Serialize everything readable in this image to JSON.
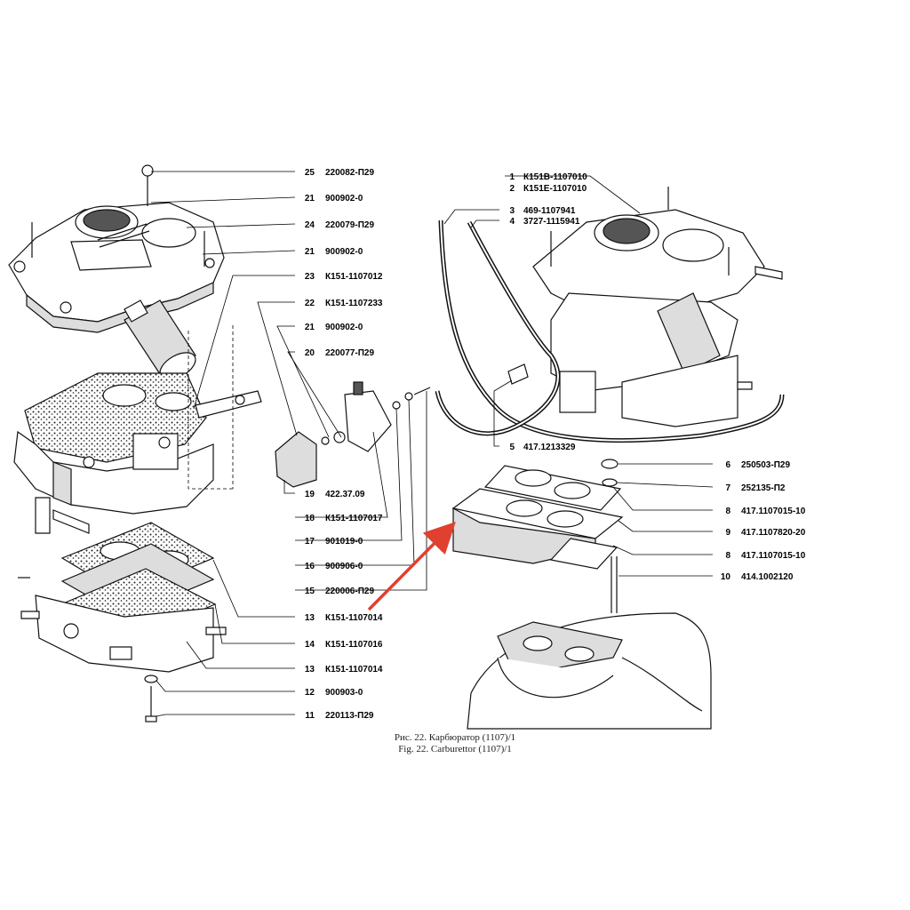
{
  "caption": {
    "ru": "Рис. 22. Карбюратор (1107)/1",
    "en": "Fig. 22. Carburettor (1107)/1"
  },
  "callouts_left": [
    {
      "num": "25",
      "part": "220082-П29"
    },
    {
      "num": "21",
      "part": "900902-0"
    },
    {
      "num": "24",
      "part": "220079-П29"
    },
    {
      "num": "21",
      "part": "900902-0"
    },
    {
      "num": "23",
      "part": "К151-1107012"
    },
    {
      "num": "22",
      "part": "К151-1107233"
    },
    {
      "num": "21",
      "part": "900902-0"
    },
    {
      "num": "20",
      "part": "220077-П29"
    },
    {
      "num": "19",
      "part": "422.37.09"
    },
    {
      "num": "18",
      "part": "К151-1107017"
    },
    {
      "num": "17",
      "part": "901019-0"
    },
    {
      "num": "16",
      "part": "900906-0"
    },
    {
      "num": "15",
      "part": "220006-П29"
    },
    {
      "num": "13",
      "part": "К151-1107014"
    },
    {
      "num": "14",
      "part": "К151-1107016"
    },
    {
      "num": "13",
      "part": "К151-1107014"
    },
    {
      "num": "12",
      "part": "900903-0"
    },
    {
      "num": "11",
      "part": "220113-П29"
    }
  ],
  "callouts_right": [
    {
      "num": "1",
      "part": "К151В-1107010"
    },
    {
      "num": "2",
      "part": "К151Е-1107010"
    },
    {
      "num": "3",
      "part": "469-1107941"
    },
    {
      "num": "4",
      "part": "3727-1115941"
    },
    {
      "num": "5",
      "part": "417.1213329"
    },
    {
      "num": "6",
      "part": "250503-П29"
    },
    {
      "num": "7",
      "part": "252135-П2"
    },
    {
      "num": "8",
      "part": "417.1107015-10"
    },
    {
      "num": "9",
      "part": "417.1107820-20"
    },
    {
      "num": "8",
      "part": "417.1107015-10"
    },
    {
      "num": "10",
      "part": "414.1002120"
    }
  ],
  "colors": {
    "ink": "#111111",
    "annotation_arrow": "#e0402f",
    "background": "#ffffff"
  }
}
